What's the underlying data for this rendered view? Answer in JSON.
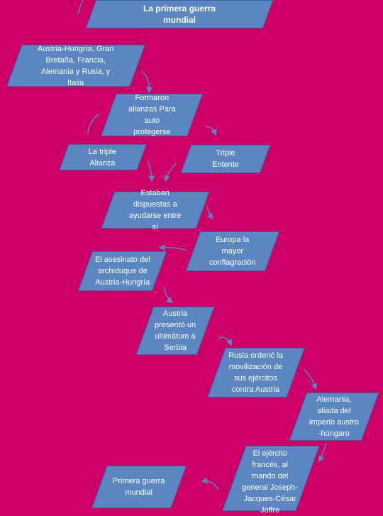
{
  "title": "La primera guerra\nmundial",
  "nodes": {
    "countries": "Austria-Hungría, Gran\nBretaña, Francia,\nAlemania y Rusia, y\nItalia",
    "alliances": "Formaron\nalianzas Para\nauto\nprotegerse",
    "triple_alliance": "La triple\nAlianza",
    "triple_entente": "Triple\nEntente",
    "ready_help": "Estaban\ndispuestas a\nayudarse entre\nsí",
    "great_war": "Europa la\nmayor\nconflagración",
    "assassination": "El asesinato del\narchiduque de\nAustria-Hungría",
    "ultimatum": "Austria\npresentó un\nultimátum a\nSerbia",
    "russia": "Rusia ordenó la\nmovilización de\nsus ejércitos\ncontra Austria",
    "germany": "Alemania,\naliada del\nimperio austro\n-húngaro",
    "french_army": "El ejército\nfrancés, al\nmando del\ngeneral Joseph-\nJacques-César\nJoffre",
    "first_war": "Primera guerra\nmundial"
  }
}
